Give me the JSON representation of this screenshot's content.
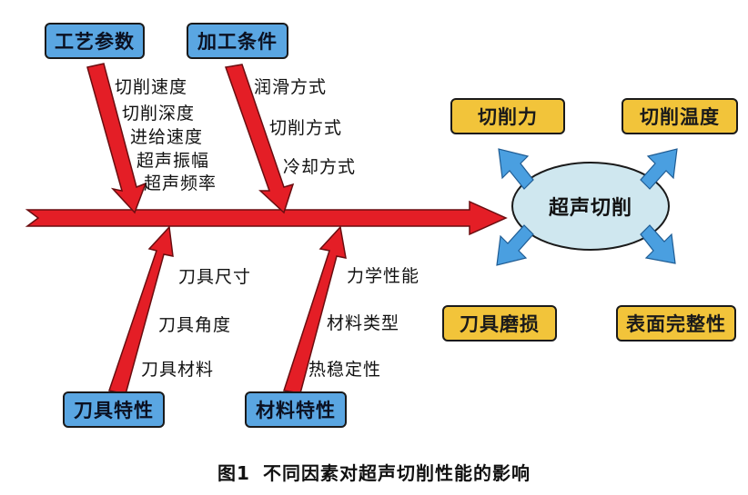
{
  "causes": {
    "process_params": {
      "title": "工艺参数",
      "items": [
        "切削速度",
        "切削深度",
        "进给速度",
        "超声振幅",
        "超声频率"
      ]
    },
    "machining_conditions": {
      "title": "加工条件",
      "items": [
        "润滑方式",
        "切削方式",
        "冷却方式"
      ]
    },
    "tool_properties": {
      "title": "刀具特性",
      "items": [
        "刀具尺寸",
        "刀具角度",
        "刀具材料"
      ]
    },
    "material_properties": {
      "title": "材料特性",
      "items": [
        "力学性能",
        "材料类型",
        "热稳定性"
      ]
    }
  },
  "center": {
    "label": "超声切削"
  },
  "effects": {
    "cutting_force": "切削力",
    "cutting_temperature": "切削温度",
    "tool_wear": "刀具磨损",
    "surface_integrity": "表面完整性"
  },
  "caption": {
    "number": "图1",
    "text": "不同因素对超声切削性能的影响"
  },
  "colors": {
    "arrow_red": "#e41e26",
    "box_blue": "#5aa6e2",
    "box_yellow": "#f2c43a",
    "ellipse_fill": "#cfe7ef",
    "small_arrow_blue": "#4a9fe0"
  }
}
